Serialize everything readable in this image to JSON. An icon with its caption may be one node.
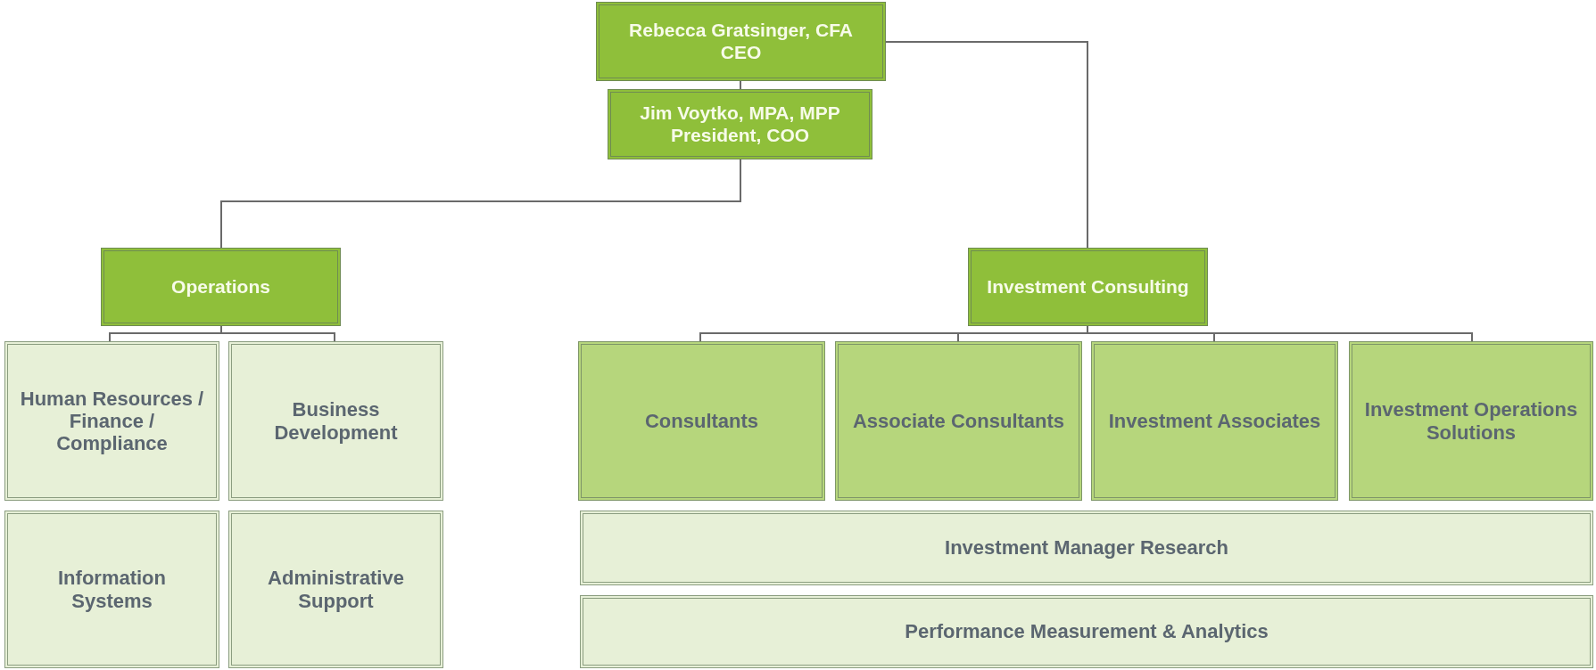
{
  "diagram": {
    "nodes": [
      {
        "text": [
          "Rebecca Gratsinger, CFA",
          "CEO"
        ]
      },
      {
        "text": [
          "Jim Voytko, MPA, MPP",
          "President, COO"
        ]
      },
      {
        "text": [
          "Operations"
        ]
      },
      {
        "text": [
          "Investment Consulting"
        ]
      },
      {
        "text": [
          "Human Resources / Finance / Compliance"
        ]
      },
      {
        "text": [
          "Business Development"
        ]
      },
      {
        "text": [
          "Information Systems"
        ]
      },
      {
        "text": [
          "Administrative Support"
        ]
      },
      {
        "text": [
          "Consultants"
        ]
      },
      {
        "text": [
          "Associate Consultants"
        ]
      },
      {
        "text": [
          "Investment Associates"
        ]
      },
      {
        "text": [
          "Investment Operations Solutions"
        ]
      },
      {
        "text": [
          "Investment Manager Research"
        ]
      },
      {
        "text": [
          "Performance Measurement & Analytics"
        ]
      }
    ],
    "edges": [
      {
        "from": 0,
        "to": 1,
        "arrow": "none"
      },
      {
        "from": 1,
        "to": 2,
        "arrow": "none"
      },
      {
        "from": 0,
        "to": 3,
        "arrow": "none"
      },
      {
        "from": 2,
        "to": 4,
        "arrow": "none"
      },
      {
        "from": 2,
        "to": 5,
        "arrow": "none"
      },
      {
        "from": 3,
        "to": 8,
        "arrow": "none"
      },
      {
        "from": 3,
        "to": 9,
        "arrow": "none"
      },
      {
        "from": 3,
        "to": 10,
        "arrow": "none"
      },
      {
        "from": 3,
        "to": 11,
        "arrow": "none"
      }
    ]
  }
}
